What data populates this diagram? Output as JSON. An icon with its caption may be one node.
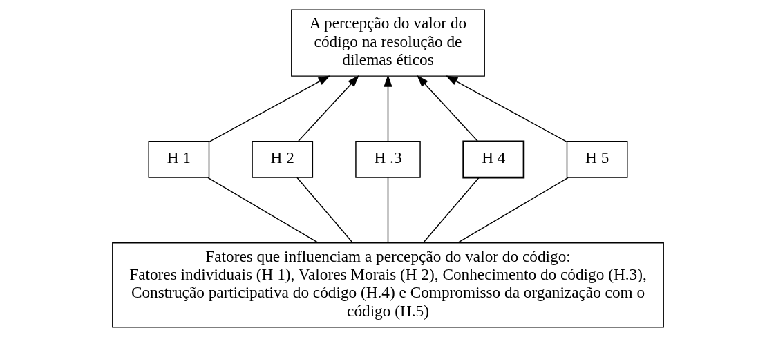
{
  "diagram": {
    "nodes": [
      {
        "text": [
          "A percepção do valor do código na resolução de dilemas éticos"
        ]
      },
      {
        "text": [
          "H 1"
        ]
      },
      {
        "text": [
          "H 2"
        ]
      },
      {
        "text": [
          "H .3"
        ]
      },
      {
        "text": [
          "H 4"
        ]
      },
      {
        "text": [
          "H 5"
        ]
      },
      {
        "text": [
          "Fatores que influenciam a percepção do valor do código:",
          "Fatores individuais (H 1), Valores Morais (H 2), Conhecimento do código (H.3), Construção participativa do código (H.4) e Compromisso da organização com o código (H.5)"
        ]
      }
    ],
    "edges": [
      {
        "from": 1,
        "to": 0,
        "arrow": "to"
      },
      {
        "from": 2,
        "to": 0,
        "arrow": "to"
      },
      {
        "from": 3,
        "to": 0,
        "arrow": "to"
      },
      {
        "from": 4,
        "to": 0,
        "arrow": "to"
      },
      {
        "from": 5,
        "to": 0,
        "arrow": "to"
      },
      {
        "from": 6,
        "to": 1,
        "arrow": "none"
      },
      {
        "from": 6,
        "to": 2,
        "arrow": "none"
      },
      {
        "from": 6,
        "to": 3,
        "arrow": "none"
      },
      {
        "from": 6,
        "to": 4,
        "arrow": "none"
      },
      {
        "from": 6,
        "to": 5,
        "arrow": "none"
      }
    ]
  }
}
